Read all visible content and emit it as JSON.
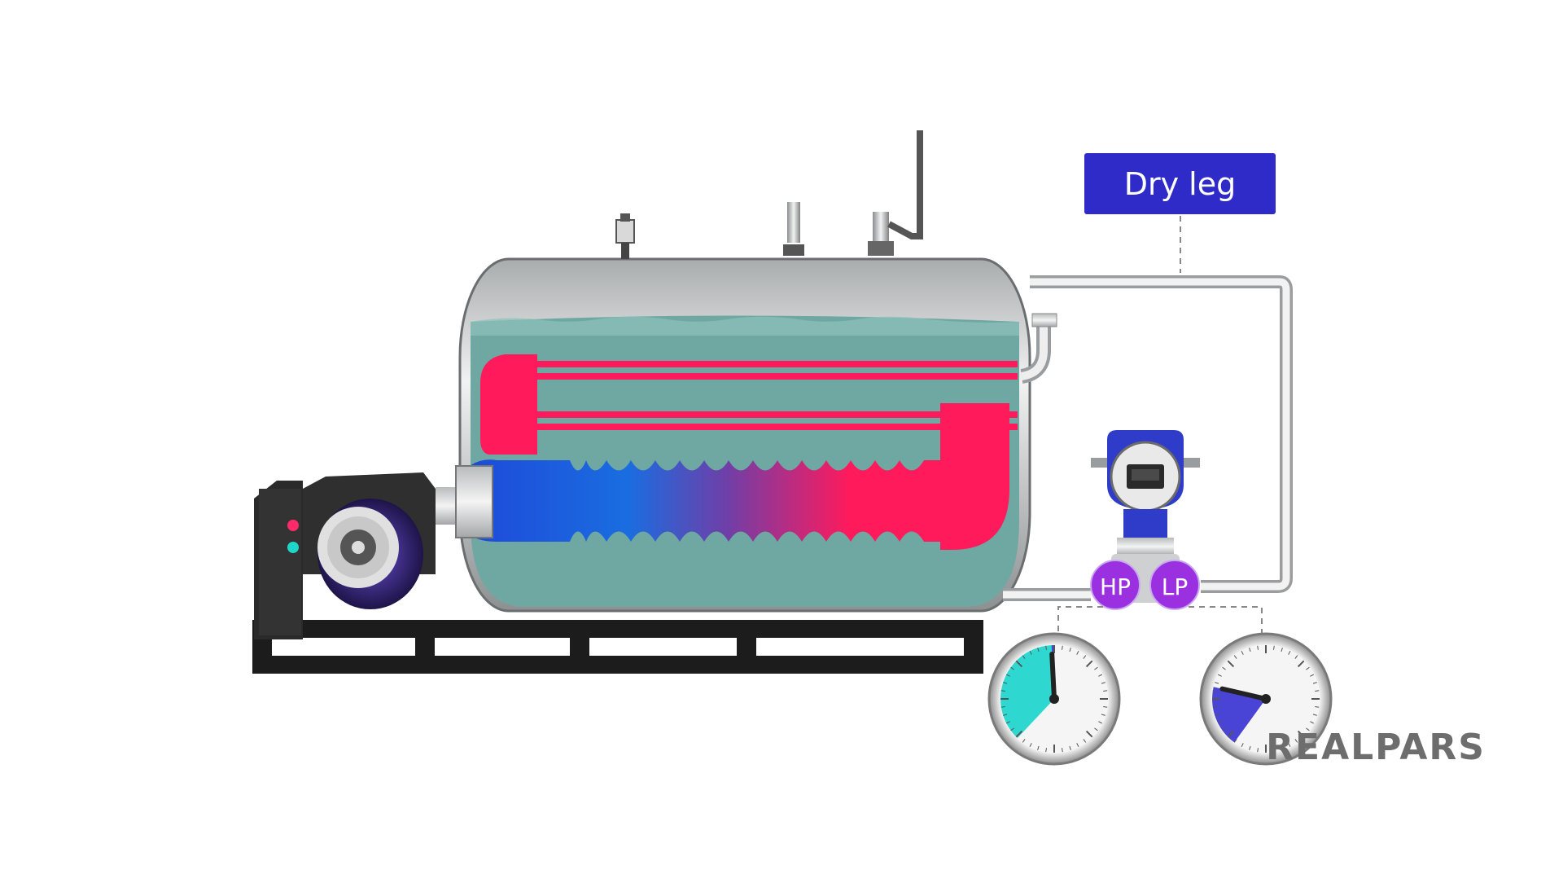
{
  "diagram": {
    "callout_label": "Dry leg",
    "port_high": "HP",
    "port_low": "LP",
    "watermark": "REALPARS"
  },
  "gauges": {
    "hp_gauge": {
      "fill_fraction": 0.62
    },
    "lp_gauge": {
      "fill_fraction": 0.3
    }
  },
  "colors": {
    "boiler_water": "#6fa8a2",
    "fire_tube": "#ff1a5c",
    "flame": "#1a5ed6",
    "label_bg": "#2e2bc9",
    "port_purple": "#9b30e0",
    "gauge_cyan": "#2ed8d0",
    "gauge_blue": "#4a44d6"
  }
}
